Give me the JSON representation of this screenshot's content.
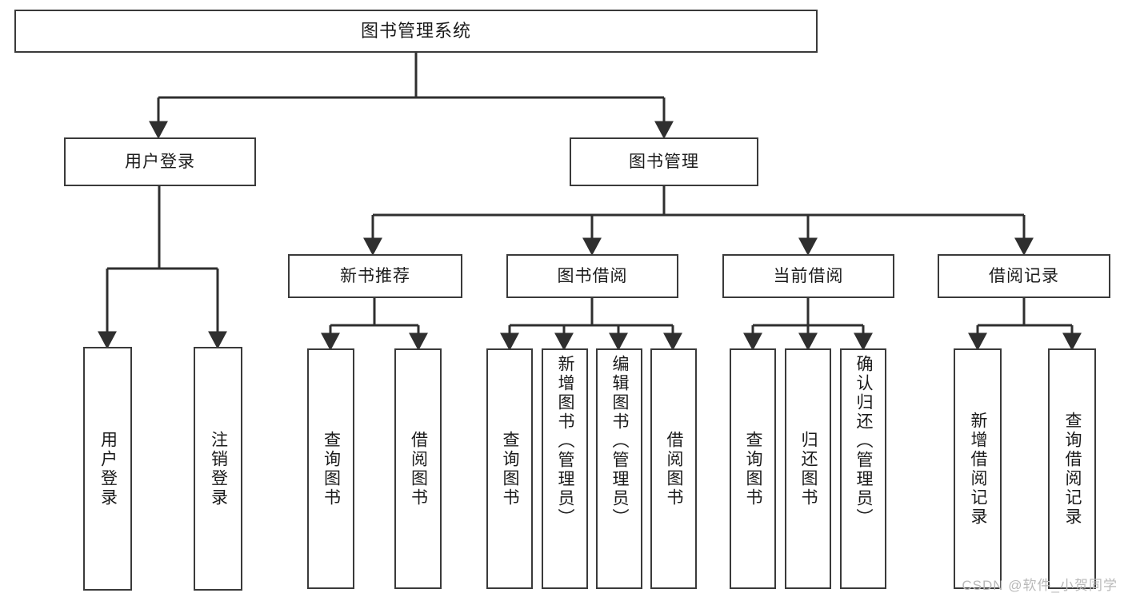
{
  "diagram": {
    "type": "tree",
    "title": "图书管理系统",
    "watermark": "CSDN @软件_小贺同学",
    "colors": {
      "box_border": "#3a3a3a",
      "box_fill": "#ffffff",
      "connector": "#2f2f2f",
      "text": "#1b1b1b",
      "watermark": "#b9b9b9"
    },
    "nodes": {
      "root": {
        "label": "图书管理系统",
        "level": 1,
        "orientation": "horizontal"
      },
      "user_login": {
        "label": "用户登录",
        "level": 2,
        "orientation": "horizontal"
      },
      "book_manage": {
        "label": "图书管理",
        "level": 2,
        "orientation": "horizontal"
      },
      "new_book_rec": {
        "label": "新书推荐",
        "level": 3,
        "orientation": "horizontal"
      },
      "book_borrow": {
        "label": "图书借阅",
        "level": 3,
        "orientation": "horizontal"
      },
      "current_borrow": {
        "label": "当前借阅",
        "level": 3,
        "orientation": "horizontal"
      },
      "borrow_record": {
        "label": "借阅记录",
        "level": 3,
        "orientation": "horizontal"
      },
      "leaf_user_login": {
        "label": "用户登录",
        "level": 4,
        "orientation": "vertical"
      },
      "leaf_logout": {
        "label": "注销登录",
        "level": 4,
        "orientation": "vertical"
      },
      "leaf_query_book_1": {
        "label": "查询图书",
        "level": 4,
        "orientation": "vertical"
      },
      "leaf_borrow_book_1": {
        "label": "借阅图书",
        "level": 4,
        "orientation": "vertical"
      },
      "leaf_query_book_2": {
        "label": "查询图书",
        "level": 4,
        "orientation": "vertical"
      },
      "leaf_add_book": {
        "label": "新增图书（管理员）",
        "level": 4,
        "orientation": "vertical"
      },
      "leaf_edit_book": {
        "label": "编辑图书（管理员）",
        "level": 4,
        "orientation": "vertical"
      },
      "leaf_borrow_book_2": {
        "label": "借阅图书",
        "level": 4,
        "orientation": "vertical"
      },
      "leaf_query_book_3": {
        "label": "查询图书",
        "level": 4,
        "orientation": "vertical"
      },
      "leaf_return_book": {
        "label": "归还图书",
        "level": 4,
        "orientation": "vertical"
      },
      "leaf_confirm_return": {
        "label": "确认归还（管理员）",
        "level": 4,
        "orientation": "vertical"
      },
      "leaf_add_record": {
        "label": "新增借阅记录",
        "level": 4,
        "orientation": "vertical"
      },
      "leaf_query_record": {
        "label": "查询借阅记录",
        "level": 4,
        "orientation": "vertical"
      }
    },
    "edges": [
      {
        "from": "root",
        "to": "user_login"
      },
      {
        "from": "root",
        "to": "book_manage"
      },
      {
        "from": "user_login",
        "to": "leaf_user_login"
      },
      {
        "from": "user_login",
        "to": "leaf_logout"
      },
      {
        "from": "book_manage",
        "to": "new_book_rec"
      },
      {
        "from": "book_manage",
        "to": "book_borrow"
      },
      {
        "from": "book_manage",
        "to": "current_borrow"
      },
      {
        "from": "book_manage",
        "to": "borrow_record"
      },
      {
        "from": "new_book_rec",
        "to": "leaf_query_book_1"
      },
      {
        "from": "new_book_rec",
        "to": "leaf_borrow_book_1"
      },
      {
        "from": "book_borrow",
        "to": "leaf_query_book_2"
      },
      {
        "from": "book_borrow",
        "to": "leaf_add_book"
      },
      {
        "from": "book_borrow",
        "to": "leaf_edit_book"
      },
      {
        "from": "book_borrow",
        "to": "leaf_borrow_book_2"
      },
      {
        "from": "current_borrow",
        "to": "leaf_query_book_3"
      },
      {
        "from": "current_borrow",
        "to": "leaf_return_book"
      },
      {
        "from": "current_borrow",
        "to": "leaf_confirm_return"
      },
      {
        "from": "borrow_record",
        "to": "leaf_add_record"
      },
      {
        "from": "borrow_record",
        "to": "leaf_query_record"
      }
    ]
  }
}
